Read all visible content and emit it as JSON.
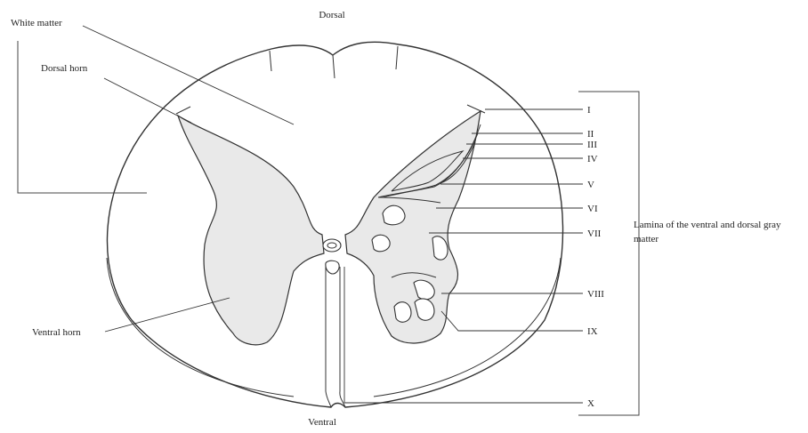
{
  "labels": {
    "dorsal": "Dorsal",
    "ventral": "Ventral",
    "white_matter": "White matter",
    "dorsal_horn": "Dorsal horn",
    "ventral_horn": "Ventral horn",
    "lamina_line1": "Lamina of the ventral and dorsal gray",
    "lamina_line2": "matter"
  },
  "laminae": [
    {
      "numeral": "I"
    },
    {
      "numeral": "II"
    },
    {
      "numeral": "III"
    },
    {
      "numeral": "IV"
    },
    {
      "numeral": "V"
    },
    {
      "numeral": "VI"
    },
    {
      "numeral": "VII"
    },
    {
      "numeral": "VIII"
    },
    {
      "numeral": "IX"
    },
    {
      "numeral": "X"
    }
  ]
}
